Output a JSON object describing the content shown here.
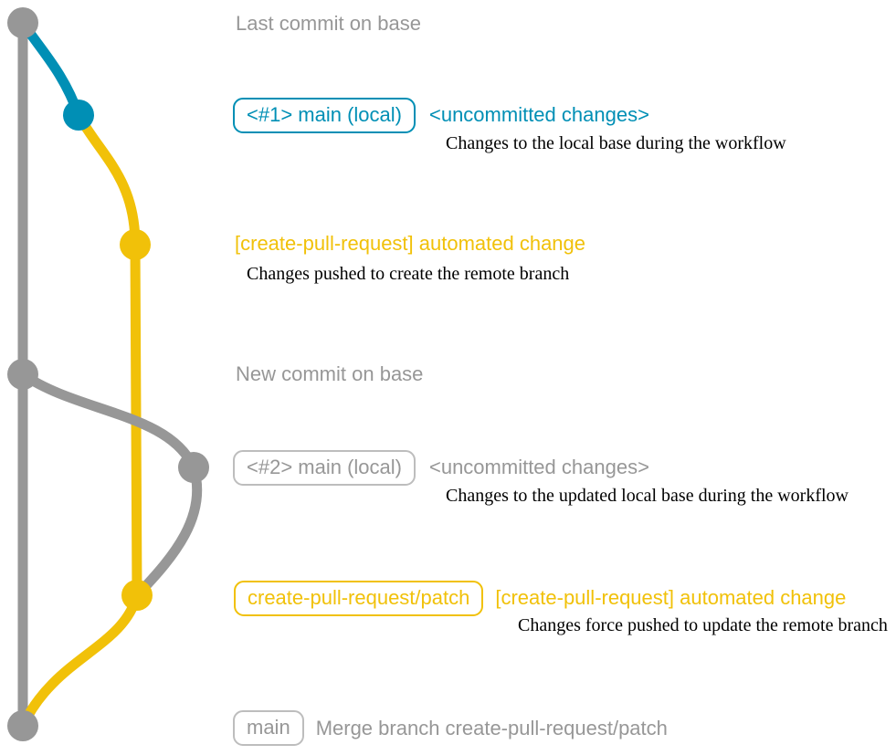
{
  "colors": {
    "base_gray": "#979797",
    "local_blue": "#008fb5",
    "remote_yellow": "#f1c109",
    "caption_black": "#000000",
    "background": "#ffffff"
  },
  "commits": [
    {
      "message": "Last commit on base"
    },
    {
      "branch_badge": "<#1> main (local)",
      "message": "<uncommitted changes>",
      "caption": "Changes to the local base during the workflow"
    },
    {
      "message": "[create-pull-request] automated change",
      "caption": "Changes pushed to create the remote branch"
    },
    {
      "message": "New commit on base"
    },
    {
      "branch_badge": "<#2> main (local)",
      "message": "<uncommitted changes>",
      "caption": "Changes to the updated local base during the workflow"
    },
    {
      "branch_badge": "create-pull-request/patch",
      "message": "[create-pull-request] automated change",
      "caption": "Changes force pushed to update the remote branch"
    },
    {
      "branch_badge": "main",
      "message": "Merge branch create-pull-request/patch"
    }
  ]
}
